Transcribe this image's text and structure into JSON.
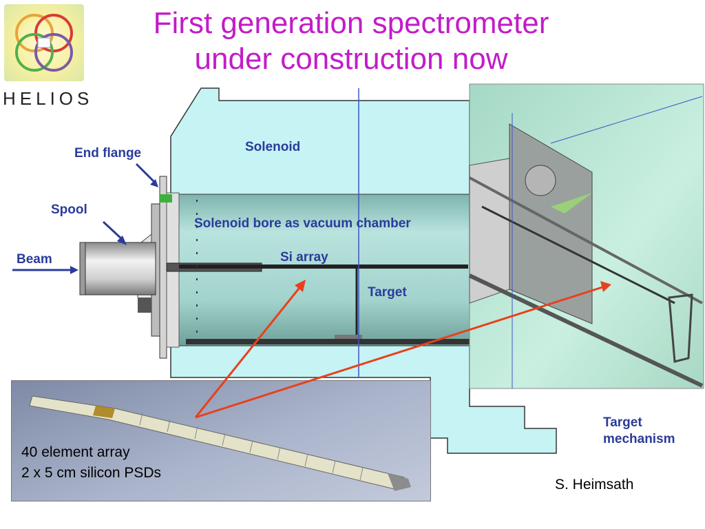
{
  "slide": {
    "title_line1": "First generation spectrometer",
    "title_line2": "under construction now"
  },
  "logo": {
    "text": "HELIOS"
  },
  "labels": {
    "end_flange": "End flange",
    "spool": "Spool",
    "beam": "Beam",
    "solenoid": "Solenoid",
    "bore": "Solenoid bore as vacuum chamber",
    "si_array": "Si array",
    "target": "Target",
    "target_mechanism_1": "Target",
    "target_mechanism_2": "mechanism"
  },
  "inset": {
    "line1": "40 element array",
    "line2": "2 x 5 cm silicon PSDs"
  },
  "credit": "S. Heimsath",
  "colors": {
    "title": "#c21cc8",
    "labels": "#2b3b9a",
    "arrow_red": "#e8401c",
    "solenoid_fill": "#c6f3f4",
    "bore_fill": "#a7d5d2"
  }
}
